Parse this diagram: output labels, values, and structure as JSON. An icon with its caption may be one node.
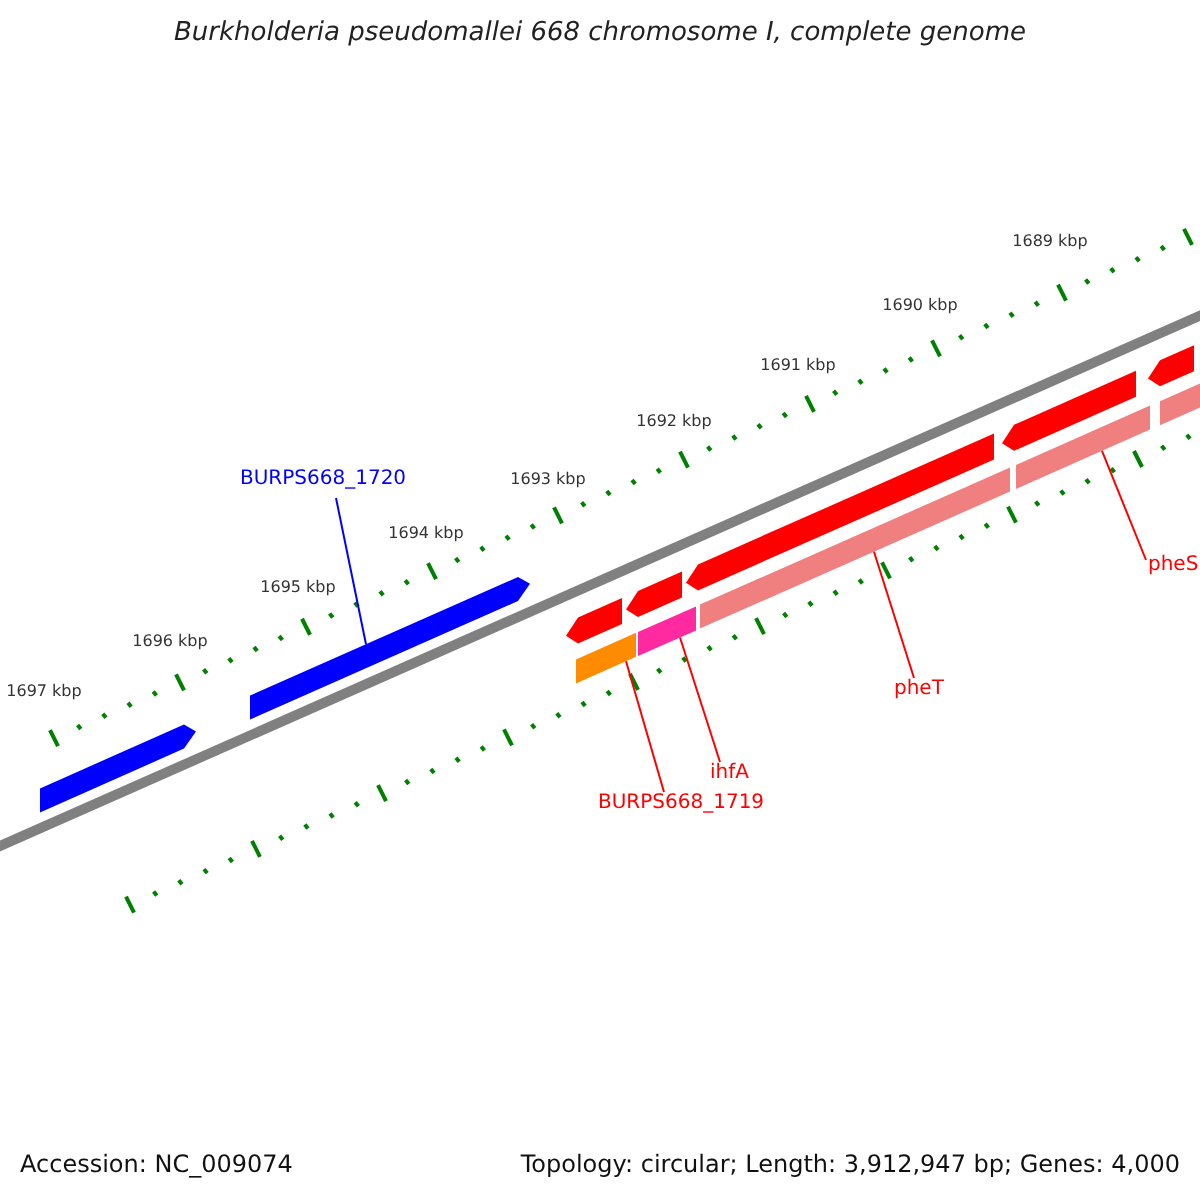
{
  "diagram": {
    "title": "Burkholderia pseudomallei 668 chromosome I, complete genome",
    "nodes": [
      {
        "text": [
          "BURPS668_1720"
        ]
      },
      {
        "text": [
          "pheS"
        ]
      },
      {
        "text": [
          "pheT"
        ]
      },
      {
        "text": [
          "ihfA"
        ]
      },
      {
        "text": [
          "BURPS668_1719"
        ]
      },
      {
        "text": [],
        "shape": "bar"
      },
      {
        "text": [],
        "shape": "bar"
      },
      {
        "text": [],
        "shape": "bar"
      },
      {
        "text": [],
        "shape": "bar"
      },
      {
        "text": [],
        "shape": "bar"
      },
      {
        "text": [],
        "shape": "bar"
      },
      {
        "text": [],
        "shape": "bar"
      },
      {
        "text": [],
        "shape": "bar"
      },
      {
        "text": [],
        "shape": "bar"
      },
      {
        "text": [],
        "shape": "bar"
      },
      {
        "text": [],
        "shape": "bar"
      },
      {
        "text": [],
        "shape": "bar"
      }
    ],
    "edges": [
      {
        "from": 0,
        "to": 6,
        "arrow": "none",
        "color": "#0000ff"
      },
      {
        "from": 1,
        "to": 14,
        "arrow": "none"
      },
      {
        "from": 2,
        "to": 12,
        "arrow": "none"
      },
      {
        "from": 3,
        "to": 10,
        "arrow": "none"
      },
      {
        "from": 4,
        "to": 8,
        "arrow": "none"
      }
    ],
    "labels": [
      "1689 kbp",
      "1690 kbp",
      "1691 kbp",
      "1692 kbp",
      "1693 kbp",
      "1694 kbp",
      "1695 kbp",
      "1696 kbp",
      "1697 kbp",
      "Accession: NC_009074",
      "Topology: circular; Length: 3,912,947 bp; Genes: 4,000"
    ]
  }
}
